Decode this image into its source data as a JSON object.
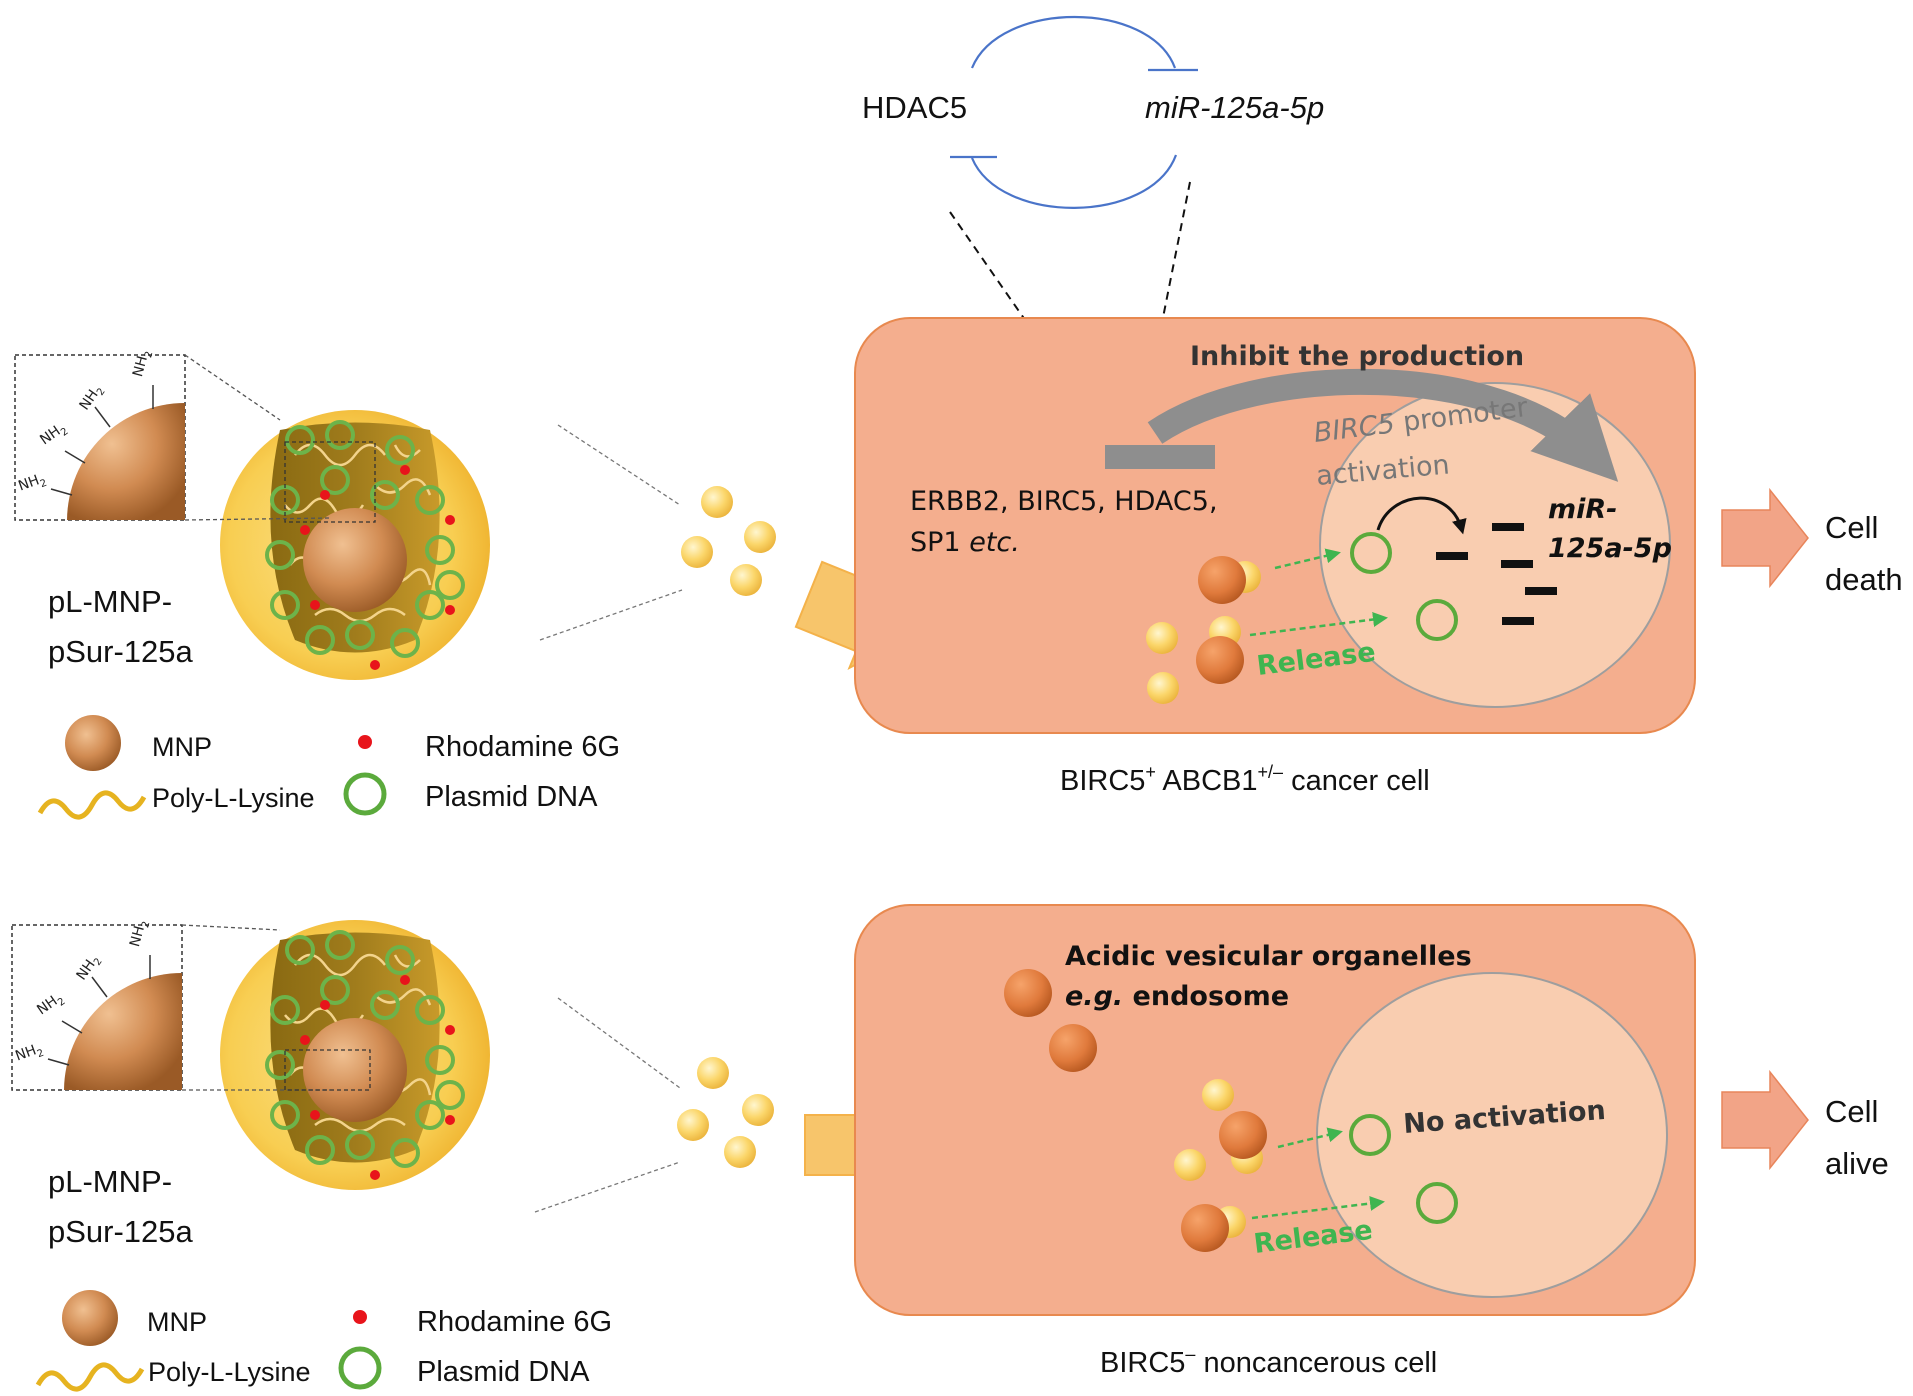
{
  "top_circuit": {
    "hdac5": "HDAC5",
    "mir": "miR-125a-5p"
  },
  "panel_top": {
    "nanoparticle_label_1": "pL-MNP-",
    "nanoparticle_label_2": "pSur-125a",
    "inset_label": "NH",
    "inset_sub": "2",
    "targets_1": "ERBB2, BIRC5, HDAC5,",
    "targets_2_plain": "SP1 ",
    "targets_2_italic": "etc.",
    "inhibit_label": "Inhibit the production",
    "promoter_italic": "BIRC5",
    "promoter_rest": " promoter",
    "activation": "activation",
    "mir_line1": "miR-",
    "mir_line2": "125a-5p",
    "release": "Release",
    "outcome_1": "Cell",
    "outcome_2": "death",
    "cell_caption_a": "BIRC5",
    "cell_caption_sup_a": "+",
    "cell_caption_b": " ABCB1",
    "cell_caption_sup_b": "+/–",
    "cell_caption_c": " cancer cell"
  },
  "panel_bottom": {
    "nanoparticle_label_1": "pL-MNP-",
    "nanoparticle_label_2": "pSur-125a",
    "organelles_1": "Acidic vesicular organelles",
    "organelles_2_italic": "e.g.",
    "organelles_2_rest": " endosome",
    "no_activation": "No activation",
    "release": "Release",
    "outcome_1": "Cell",
    "outcome_2": "alive",
    "cell_caption_a": "BIRC5",
    "cell_caption_sup_a": "–",
    "cell_caption_b": " noncancerous cell"
  },
  "legend": {
    "mnp": "MNP",
    "rhodamine": "Rhodamine 6G",
    "polylysine": "Poly-L-Lysine",
    "plasmid": "Plasmid DNA"
  },
  "colors": {
    "cell_fill": "#F4AE8E",
    "nucleus_fill": "#F9CDB0",
    "plasmid_green": "#5BAA3C",
    "release_green": "#3FB550",
    "rhodamine_red": "#E8141B",
    "circuit_blue": "#4A74C9",
    "arrow_orange": "#F7C56B",
    "outcome_arrow": "#F2A487"
  },
  "icons": {
    "mnp": "brown-sphere-icon",
    "rhodamine": "red-dot-icon",
    "polylysine": "yellow-wave-icon",
    "plasmid": "green-ring-icon"
  }
}
